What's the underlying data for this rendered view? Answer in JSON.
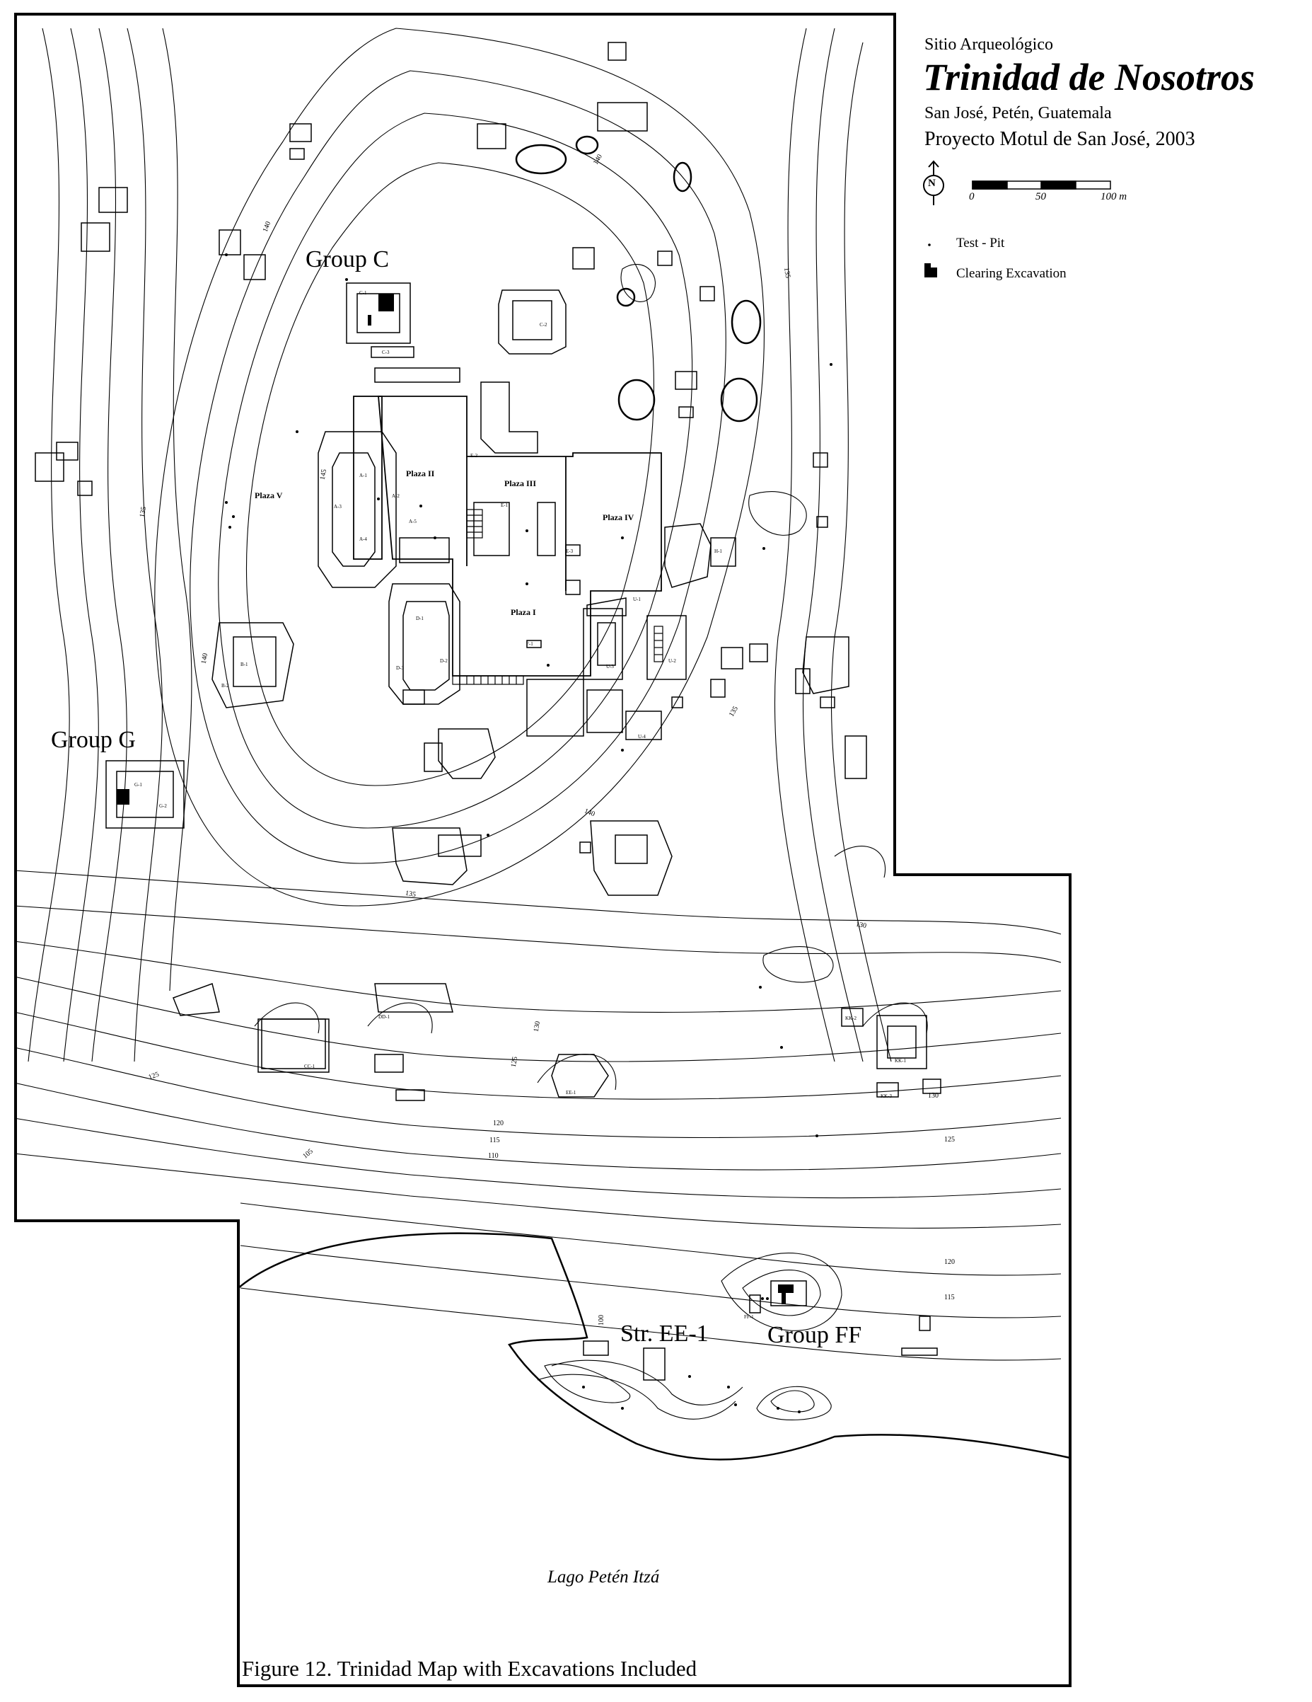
{
  "title_block": {
    "subtitle": "Sitio Arqueológico",
    "title": "Trinidad de Nosotros",
    "location": "San José, Petén, Guatemala",
    "project": "Proyecto Motul de San José, 2003"
  },
  "north_arrow": {
    "label": "N",
    "icon": "north-arrow-icon"
  },
  "scale_bar": {
    "labels": [
      "0",
      "50",
      "100 m"
    ]
  },
  "legend": [
    {
      "icon": "test-pit-dot-icon",
      "label": "Test - Pit"
    },
    {
      "icon": "clearing-excavation-icon",
      "label": "Clearing Excavation"
    }
  ],
  "groups": {
    "group_c": "Group C",
    "group_g": "Group G",
    "str_ee1": "Str. EE-1",
    "group_ff": "Group FF"
  },
  "plazas": {
    "plaza_i": "Plaza I",
    "plaza_ii": "Plaza II",
    "plaza_iii": "Plaza III",
    "plaza_iv": "Plaza IV",
    "plaza_v": "Plaza V"
  },
  "contour_labels": [
    "140",
    "145",
    "140",
    "135",
    "135",
    "140",
    "140",
    "135",
    "130",
    "125",
    "130",
    "125",
    "120",
    "115",
    "110",
    "105",
    "130",
    "125",
    "120",
    "115",
    "100",
    "135"
  ],
  "structure_labels": [
    "A-1",
    "A-2",
    "A-3",
    "A-4",
    "A-5",
    "B-1",
    "B-2",
    "C-1",
    "C-2",
    "C-3",
    "D-1",
    "D-2",
    "D-3",
    "E-1",
    "E-2",
    "E-3",
    "F-1",
    "G-1",
    "G-2",
    "H-1",
    "U-1",
    "U-2",
    "U-3",
    "U-4",
    "EE-1",
    "FF-1",
    "KK-1",
    "KK-2",
    "KK-3",
    "DD-1",
    "CC-1"
  ],
  "lake": "Lago Petén Itzá",
  "caption": "Figure 12.  Trinidad Map with Excavations Included"
}
